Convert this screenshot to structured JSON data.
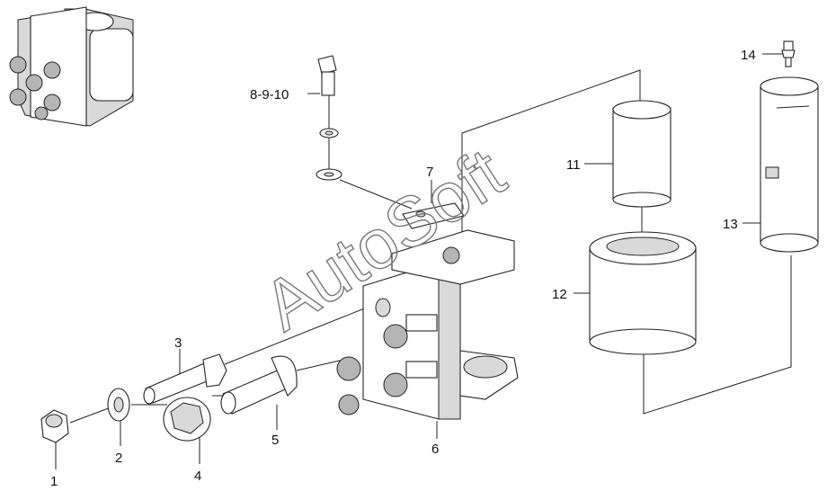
{
  "diagram": {
    "watermark": "AutoSoft",
    "callouts": [
      {
        "id": "1",
        "text": "1"
      },
      {
        "id": "2",
        "text": "2"
      },
      {
        "id": "3",
        "text": "3"
      },
      {
        "id": "4",
        "text": "4"
      },
      {
        "id": "5",
        "text": "5"
      },
      {
        "id": "6",
        "text": "6"
      },
      {
        "id": "7",
        "text": "7"
      },
      {
        "id": "8-9-10",
        "text": "8-9-10"
      },
      {
        "id": "11",
        "text": "11"
      },
      {
        "id": "12",
        "text": "12"
      },
      {
        "id": "13",
        "text": "13"
      },
      {
        "id": "14",
        "text": "14"
      }
    ]
  }
}
